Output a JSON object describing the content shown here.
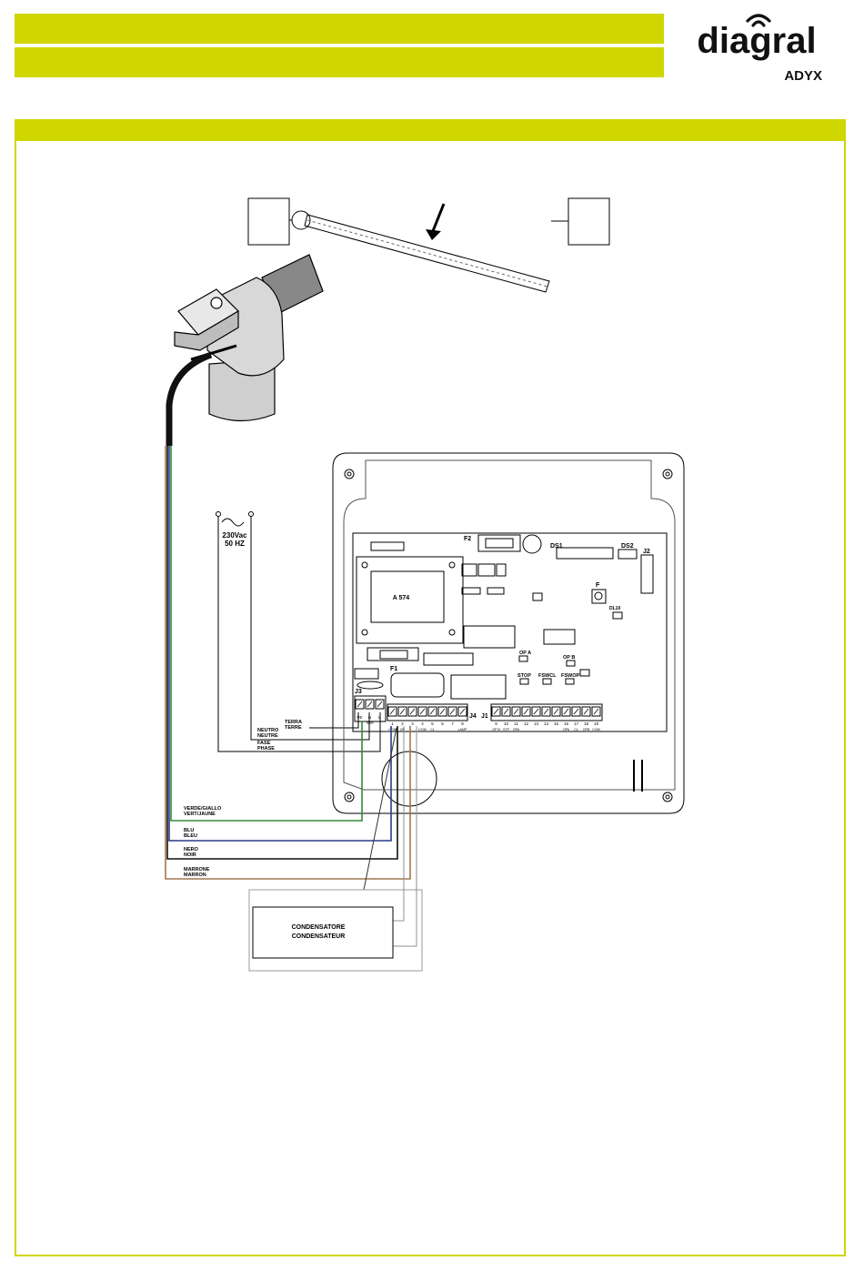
{
  "brand": {
    "name": "diagral",
    "sub": "ADYX",
    "color": "#cfd600"
  },
  "supply": {
    "voltage": "230Vac",
    "frequency": "50 HZ"
  },
  "board": {
    "transformer": "A 574",
    "fuse1": "F1",
    "fuse2": "F2",
    "dip1": "DS1",
    "dip2": "DS2",
    "connector_j2": "J2",
    "button_f": "F",
    "led_dl10": "DL10",
    "led_opa": "OP A",
    "led_opb": "OP B",
    "led_stop": "STOP",
    "led_fswcl": "FSWCL",
    "led_fswop": "FSWOP",
    "j3": "J3",
    "j4": "J4",
    "j1": "J1",
    "j3_terms": [
      "PE",
      "N",
      "L"
    ],
    "j3_sub": "BSR",
    "j4_nums": [
      "1",
      "2",
      "3",
      "4",
      "5",
      "6",
      "7",
      "8"
    ],
    "j4_sub": [
      "COM",
      "OP",
      "",
      "COM",
      "CL",
      "",
      "",
      "LAMP"
    ],
    "j1_nums": [
      "9",
      "10",
      "11",
      "12",
      "13",
      "14",
      "15",
      "16",
      "17",
      "18",
      "19"
    ],
    "j1_sub": [
      "OP B",
      "STP",
      "OPA",
      "",
      "",
      "",
      "",
      "OPA",
      "CL",
      "OPB",
      "COM"
    ]
  },
  "wires": {
    "terra_it": "TERRA",
    "terra_fr": "TERRE",
    "neutro_it": "NEUTRO",
    "neutro_fr": "NEUTRE",
    "fase_it": "FASE",
    "fase_fr": "PHASE",
    "gy_it": "VERDE/GIALLO",
    "gy_fr": "VERT/JAUNE",
    "blu_it": "BLU",
    "blu_fr": "BLEU",
    "nero_it": "NERO",
    "nero_fr": "NOIR",
    "marrone_it": "MARRONE",
    "marrone_fr": "MARRON"
  },
  "capacitor": {
    "line1": "CONDENSATORE",
    "line2": "CONDENSATEUR"
  },
  "colors": {
    "green": "#2e8b3a",
    "blue": "#2c3a8c",
    "black": "#111111",
    "brown": "#a07850",
    "grey": "#909090"
  }
}
